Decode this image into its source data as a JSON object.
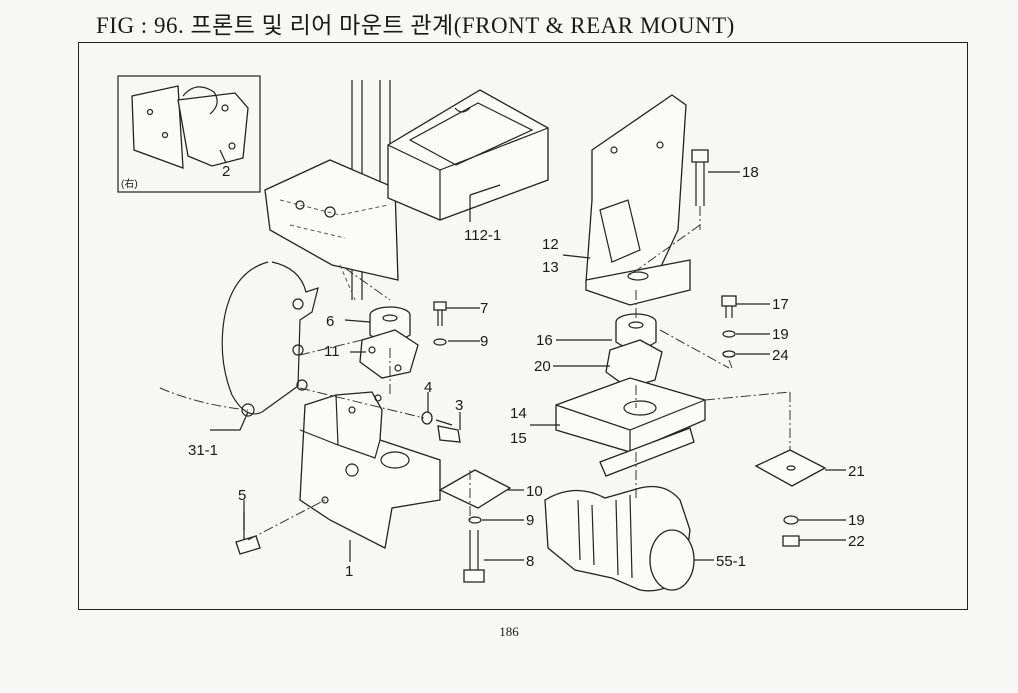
{
  "header": {
    "title": "FIG : 96. 프론트 및 리어 마운트 관계(FRONT & REAR MOUNT)"
  },
  "footer": {
    "page_number": "186"
  },
  "inset": {
    "label": "2",
    "note": "(右)"
  },
  "callouts": {
    "c1": "1",
    "c2": "2",
    "c3": "3",
    "c4": "4",
    "c5": "5",
    "c6": "6",
    "c7": "7",
    "c8": "8",
    "c9a": "9",
    "c9b": "9",
    "c10": "10",
    "c11": "11",
    "c12": "12",
    "c13": "13",
    "c14": "14",
    "c15": "15",
    "c16": "16",
    "c17": "17",
    "c18": "18",
    "c19a": "19",
    "c19b": "19",
    "c20": "20",
    "c21": "21",
    "c22": "22",
    "c24": "24",
    "c31_1": "31-1",
    "c55_1": "55-1",
    "c112_1": "112-1"
  }
}
